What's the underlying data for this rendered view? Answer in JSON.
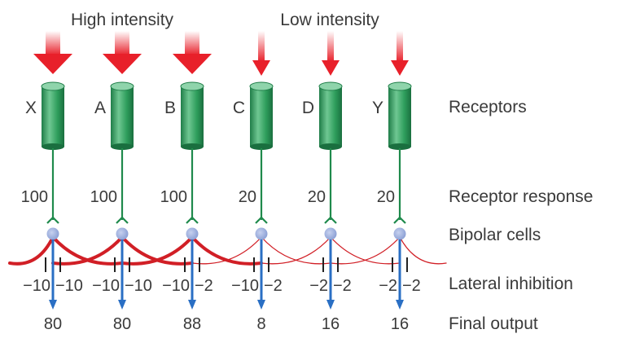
{
  "intensity_labels": {
    "high": "High intensity",
    "low": "Low intensity"
  },
  "row_labels": {
    "receptors": "Receptors",
    "receptor_response": "Receptor response",
    "bipolar_cells": "Bipolar cells",
    "lateral_inhibition": "Lateral inhibition",
    "final_output": "Final output"
  },
  "columns": [
    {
      "name": "X",
      "intensity": "high",
      "response": "100",
      "inhibition_left": "−10",
      "inhibition_right": "−10",
      "output": "80"
    },
    {
      "name": "A",
      "intensity": "high",
      "response": "100",
      "inhibition_left": "−10",
      "inhibition_right": "−10",
      "output": "80"
    },
    {
      "name": "B",
      "intensity": "high",
      "response": "100",
      "inhibition_left": "−10",
      "inhibition_right": "−2",
      "output": "88"
    },
    {
      "name": "C",
      "intensity": "low",
      "response": "20",
      "inhibition_left": "−10",
      "inhibition_right": "−2",
      "output": "8"
    },
    {
      "name": "D",
      "intensity": "low",
      "response": "20",
      "inhibition_left": "−2",
      "inhibition_right": "−2",
      "output": "16"
    },
    {
      "name": "Y",
      "intensity": "low",
      "response": "20",
      "inhibition_left": "−2",
      "inhibition_right": "−2",
      "output": "16"
    }
  ],
  "colors": {
    "arrow_red": "#e8202a",
    "receptor_green": "#2e9e5c",
    "stalk_green": "#1f8a4c",
    "inhibition_red": "#d11f26",
    "bipolar_blue": "#9fb0dc",
    "output_blue": "#2a6fc4",
    "text": "#3a3a3a"
  },
  "icons": {
    "stimulus": "red-down-arrow-icon",
    "receptor": "cylinder-receptor-icon",
    "bipolar": "bipolar-cell-icon",
    "synapse": "synapse-icon",
    "output": "blue-down-arrow-icon"
  }
}
